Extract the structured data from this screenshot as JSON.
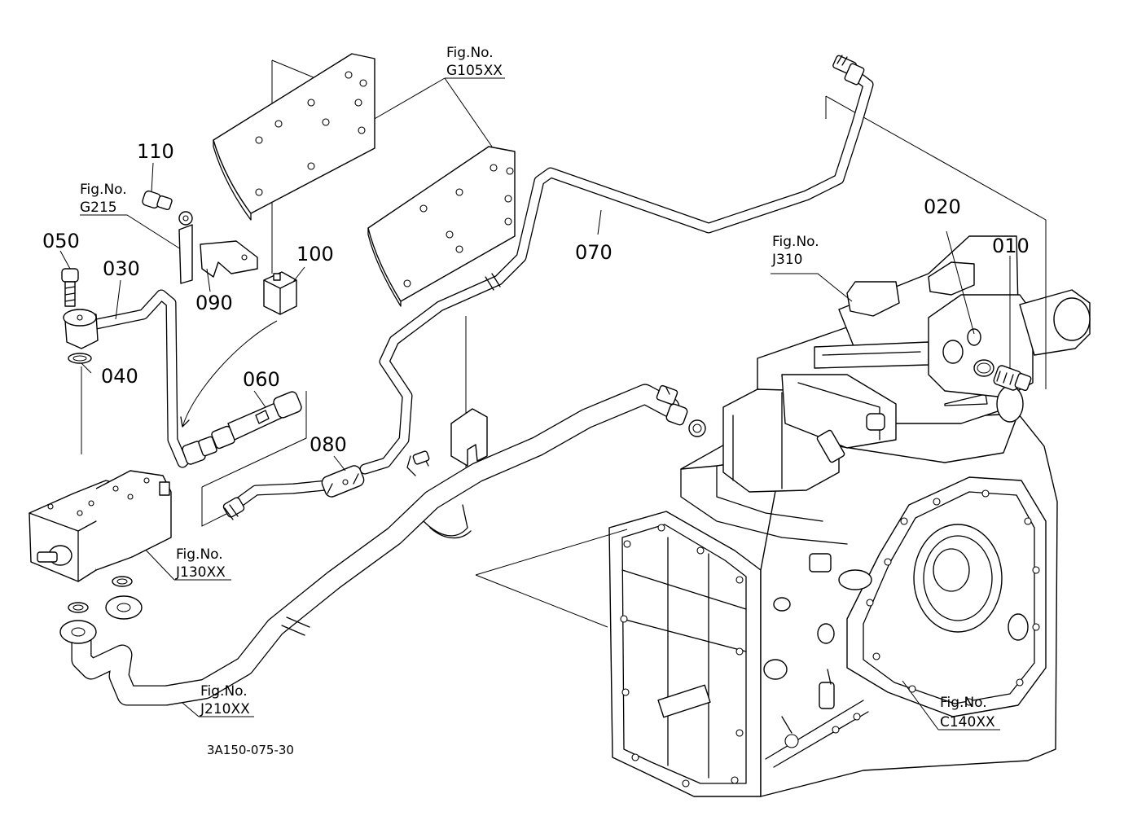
{
  "document": {
    "code": "3A150-075-30"
  },
  "parts": [
    {
      "id": "010",
      "label": "010"
    },
    {
      "id": "020",
      "label": "020"
    },
    {
      "id": "030",
      "label": "030"
    },
    {
      "id": "040",
      "label": "040"
    },
    {
      "id": "050",
      "label": "050"
    },
    {
      "id": "060",
      "label": "060"
    },
    {
      "id": "070",
      "label": "070"
    },
    {
      "id": "080",
      "label": "080"
    },
    {
      "id": "090",
      "label": "090"
    },
    {
      "id": "100",
      "label": "100"
    },
    {
      "id": "110",
      "label": "110"
    }
  ],
  "figure_refs": [
    {
      "id": "G105XX",
      "prefix": "Fig.No.",
      "code": "G105XX"
    },
    {
      "id": "G215",
      "prefix": "Fig.No.",
      "code": "G215"
    },
    {
      "id": "J310",
      "prefix": "Fig.No.",
      "code": "J310"
    },
    {
      "id": "J130XX",
      "prefix": "Fig.No.",
      "code": "J130XX"
    },
    {
      "id": "J210XX",
      "prefix": "Fig.No.",
      "code": "J210XX"
    },
    {
      "id": "C140XX",
      "prefix": "Fig.No.",
      "code": "C140XX"
    }
  ]
}
